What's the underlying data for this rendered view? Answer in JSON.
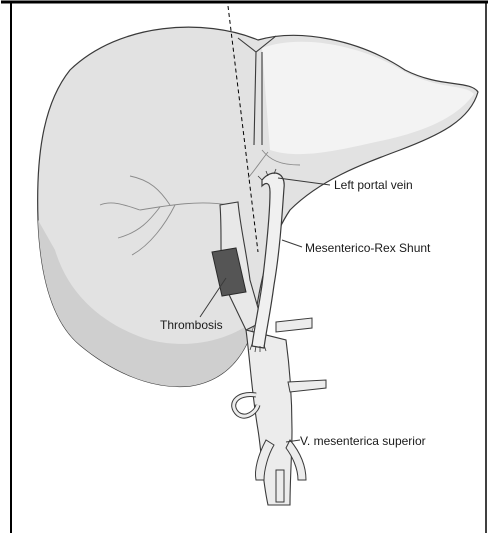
{
  "labels": {
    "left_portal_vein": "Left portal vein",
    "mesenterico_rex_shunt": "Mesenterico-Rex Shunt",
    "thrombosis": "Thrombosis",
    "v_mesenterica_superior": "V. mesenterica superior"
  },
  "colors": {
    "liver_fill": "#e2e2e2",
    "liver_shade": "#cfcfcf",
    "outline": "#3a3a3a",
    "vessel_fill": "#ececec",
    "thrombus": "#555555"
  }
}
